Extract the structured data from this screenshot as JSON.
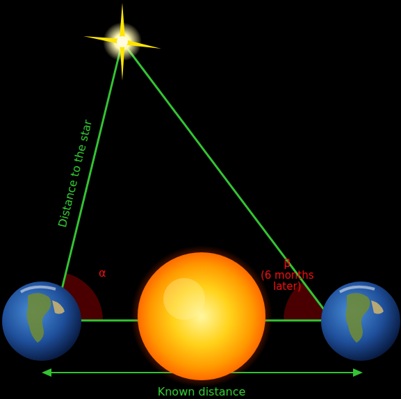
{
  "diagram": {
    "labels": [
      "Distance to the star",
      "α",
      "β",
      "(6 months later)",
      "Known distance"
    ]
  }
}
